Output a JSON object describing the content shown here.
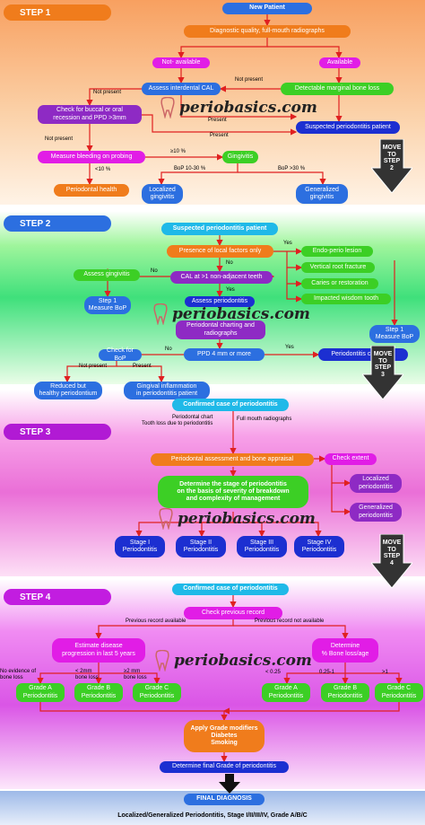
{
  "logo_text": "periobasics.com",
  "move_to_step": [
    "MOVE\nTO\nSTEP\n2",
    "MOVE\nTO\nSTEP\n3",
    "MOVE\nTO\nSTEP\n4"
  ],
  "step1": {
    "title": "STEP 1",
    "new_patient": "New Patient",
    "diag_quality": "Diagnostic quality, full-mouth radiographs",
    "not_available": "Not- available",
    "available": "Available",
    "assess_cal": "Assess interdental CAL",
    "detectable_bone_loss": "Detectable marginal bone loss",
    "check_buccal": "Check for buccal or oral\nrecession and PPD >3mm",
    "suspected": "Suspected periodontitis patient",
    "measure_bleeding": "Measure bleeding on probing",
    "gingivitis": "Gingivitis",
    "perio_health": "Periodontal health",
    "localized_gingivitis": "Localized\ngingivitis",
    "generalized_gingivitis": "Generalized\ngingivitis",
    "labels": {
      "not_present_a": "Not present",
      "not_present_b": "Not present",
      "not_present_c": "Not present",
      "present_a": "Present",
      "present_b": "Present",
      "ge10": "≥10 %",
      "lt10": "<10 %",
      "bop_10_30": "BoP 10-30 %",
      "bop_gt30": "BoP >30 %"
    }
  },
  "step2": {
    "title": "STEP 2",
    "suspected": "Suspected periodontitis patient",
    "local_factors": "Presence of local factors only",
    "endo_perio": "Endo-perio lesion",
    "vertical_root": "Vertical root fracture",
    "caries": "Caries or restoration",
    "impacted": "Impacted wisdom tooth",
    "cal_non_adjacent": "CAL at >1 non-adjacent teeth",
    "assess_gingivitis": "Assess gingivitis",
    "step1_measure_bop_left": "Step 1\nMeasure BoP",
    "assess_perio": "Assess periodontitis",
    "charting": "Periodontal charting and\nradiographs",
    "step1_measure_bop_right": "Step 1\nMeasure BoP",
    "ppd4": "PPD 4 mm or more",
    "check_bop": "Check for BoP",
    "perio_confirmed": "Periodontitis confirmed",
    "reduced_healthy": "Reduced but\nhealthy periodontium",
    "gingival_inflammation": "Gingival inflammation\nin periodontitis patient",
    "labels": {
      "yes_a": "Yes",
      "no_a": "No",
      "no_b": "No",
      "yes_b": "Yes",
      "no_c": "No",
      "yes_c": "Yes",
      "not_present": "Not present",
      "present": "Present"
    }
  },
  "step3": {
    "title": "STEP 3",
    "confirmed": "Confirmed case of periodontitis",
    "chart_label": "Periodontal chart\nTooth loss due to periodontitis",
    "radio_label": "Full mouth radiographs",
    "assessment": "Periodontal assessment and bone appraisal",
    "check_extent": "Check extent",
    "localized": "Localized\nperiodontitis",
    "generalized": "Generalized\nperiodontitis",
    "stage_text": "Determine the stage of periodontitis\non the basis of severity of breakdown\nand complexity of management",
    "stages": [
      "Stage I\nPeriodontitis",
      "Stage II\nPeriodontitis",
      "Stage III\nPeriodontitis",
      "Stage IV\nPeriodontitis"
    ]
  },
  "step4": {
    "title": "STEP 4",
    "confirmed": "Confirmed case of periodontitis",
    "check_previous": "Check previous record",
    "prev_available": "Previous record available",
    "prev_not_available": "Previous record not available",
    "estimate": "Estimate disease\nprogression in last 5 years",
    "determine_ratio": "Determine\n% Bone loss/age",
    "left_labels": [
      "No evidence of\nbone loss",
      "< 2mm\nbone loss",
      "≥2 mm\nbone loss"
    ],
    "right_labels": [
      "< 0.25",
      "0.25-1",
      ">1"
    ],
    "grades_left": [
      "Grade A\nPeriodontitis",
      "Grade B\nPeriodontitis",
      "Grade C\nPeriodontitis"
    ],
    "grades_right": [
      "Grade A\nPeriodontitis",
      "Grade B\nPeriodontitis",
      "Grade C\nPeriodontitis"
    ],
    "modifiers": "Apply Grade modifiers\nDiabetes\nSmoking",
    "final_grade": "Determine final Grade of periodontitis"
  },
  "final": {
    "title": "FINAL DIAGNOSIS",
    "text": "Localized/Generalized Periodontitis, Stage I/II/III/IV, Grade A/B/C"
  },
  "colors": {
    "blue": "#2c6fe0",
    "orange": "#f07c1c",
    "pink": "#e11de6",
    "green": "#3ccf25",
    "dark_blue": "#1c2fd1",
    "purple": "#8e2ac4",
    "cyan": "#1fb9e8",
    "arrow": "#e02020"
  }
}
